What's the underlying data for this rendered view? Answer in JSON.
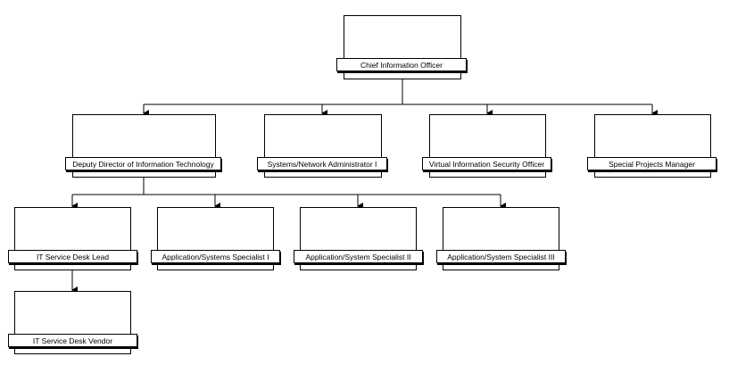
{
  "chart": {
    "cio": "Chief Information Officer",
    "deputy": "Deputy Director of Information Technology",
    "sysadmin": "Systems/Network Administrator I",
    "security": "Virtual Information Security Officer",
    "projects": "Special Projects Manager",
    "desk_lead": "IT Service Desk Lead",
    "app1": "Application/Systems Specialist I",
    "app2": "Application/System Specialist II",
    "app3": "Application/System Specialist III",
    "vendor": "IT Service Desk Vendor"
  }
}
